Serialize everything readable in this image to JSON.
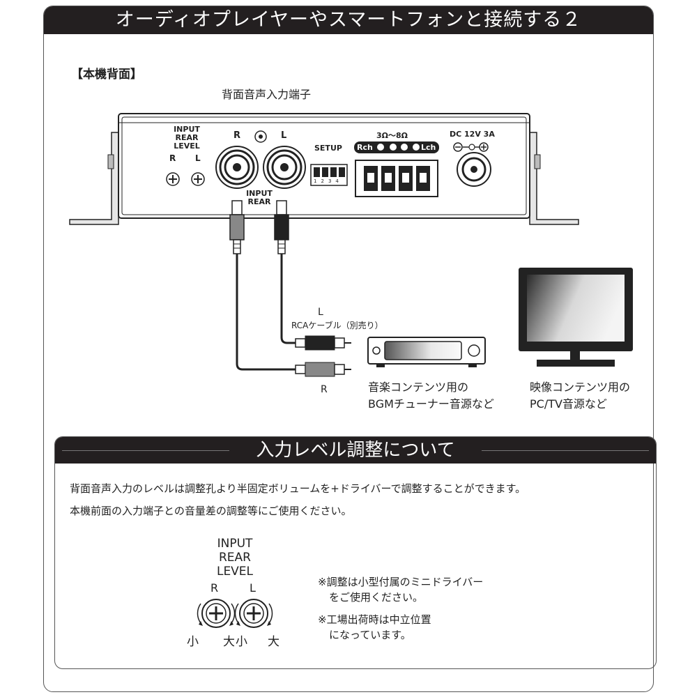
{
  "header": {
    "title": "オーディオプレイヤーやスマートフォンと接続する２"
  },
  "rear": {
    "label": "【本機背面】",
    "terminal_caption": "背面音声入力端子",
    "level_label_1": "INPUT",
    "level_label_2": "REAR",
    "level_label_3": "LEVEL",
    "level_r": "R",
    "level_l": "L",
    "jack_r": "R",
    "jack_l": "L",
    "input_rear_1": "INPUT",
    "input_rear_2": "REAR",
    "setup": "SETUP",
    "dip_numbers": [
      "1",
      "2",
      "3",
      "4"
    ],
    "speaker_ohm": "3Ω～8Ω",
    "speaker_rch": "Rch",
    "speaker_lch": "Lch",
    "dc": "DC 12V 3A"
  },
  "cable": {
    "l_label": "L",
    "r_label": "R",
    "name": "RCAケーブル（別売り）"
  },
  "sources": {
    "bgm_line1": "音楽コンテンツ用の",
    "bgm_line2": "BGMチューナー音源など",
    "pc_line1": "映像コンテンツ用の",
    "pc_line2": "PC/TV音源など"
  },
  "level_section": {
    "title": "入力レベル調整について",
    "desc1": "背面音声入力のレベルは調整孔より半固定ボリュームを+ドライバーで調整することができます。",
    "desc2": "本機前面の入力端子との音量差の調整等にご使用ください。",
    "knob_label_1": "INPUT",
    "knob_label_2": "REAR",
    "knob_label_3": "LEVEL",
    "knob_r": "R",
    "knob_l": "L",
    "small1": "小",
    "large1": "大",
    "small2": "小",
    "large2": "大",
    "note1_line1": "※調整は小型付属のミニドライバー",
    "note1_line2": "をご使用ください。",
    "note2_line1": "※工場出荷時は中立位置",
    "note2_line2": "になっています。"
  }
}
